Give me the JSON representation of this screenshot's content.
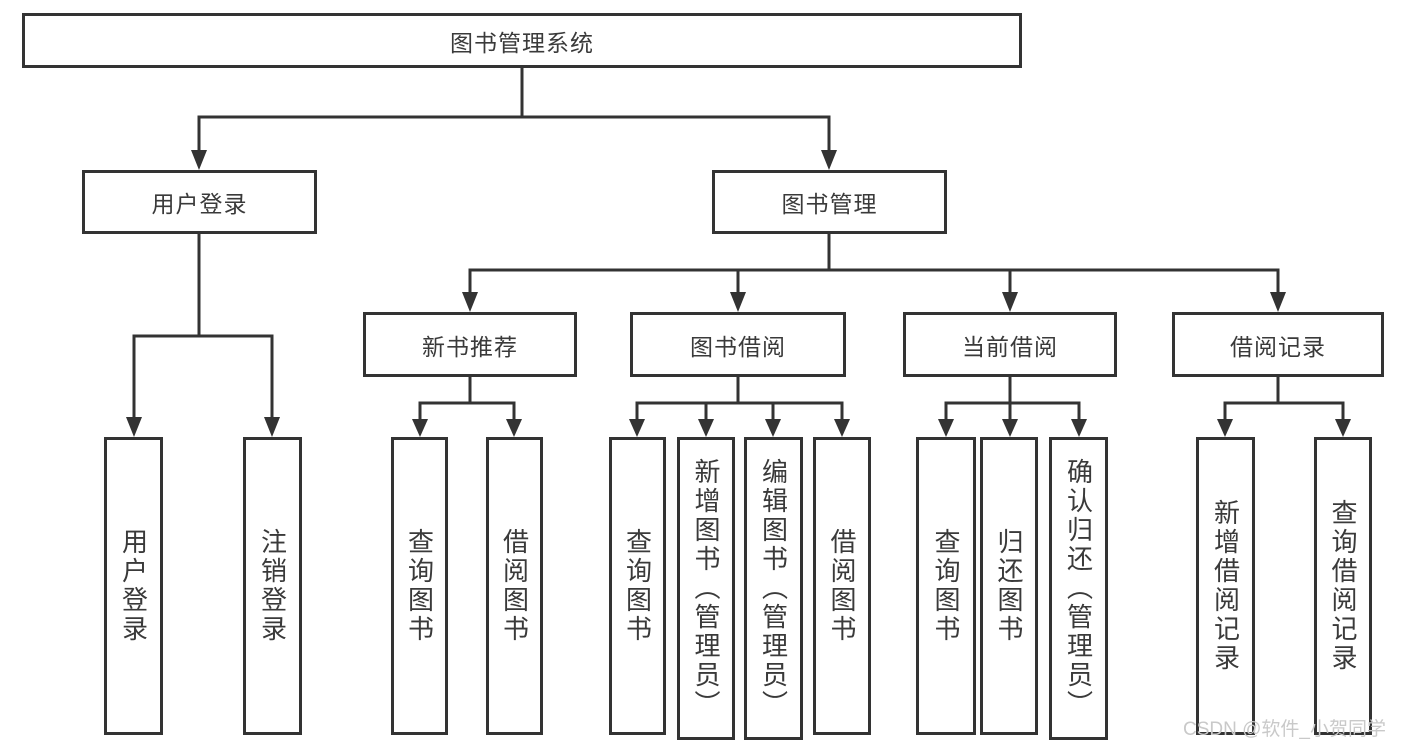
{
  "diagram": {
    "title": "图书管理系统",
    "nodes": {
      "root": "图书管理系统",
      "login": "用户登录",
      "mgmt": "图书管理",
      "recommend": "新书推荐",
      "borrow": "图书借阅",
      "current": "当前借阅",
      "records": "借阅记录",
      "login_children": [
        "用户登录",
        "注销登录"
      ],
      "recommend_children": [
        "查询图书",
        "借阅图书"
      ],
      "borrow_children": [
        "查询图书",
        "新增图书（管理员）",
        "编辑图书（管理员）",
        "借阅图书"
      ],
      "current_children": [
        "查询图书",
        "归还图书",
        "确认归还（管理员）"
      ],
      "records_children": [
        "新增借阅记录",
        "查询借阅记录"
      ]
    },
    "colors": {
      "line": "#333333",
      "text": "#3a3a3a",
      "watermark": "#c9c9c9"
    }
  },
  "watermark": "CSDN @软件_小贺同学"
}
